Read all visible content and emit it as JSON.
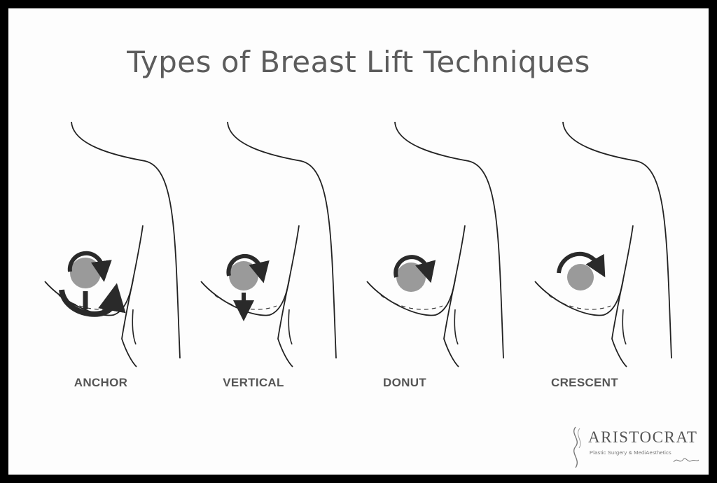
{
  "title": "Types of Breast Lift Techniques",
  "techniques": [
    {
      "label": "ANCHOR"
    },
    {
      "label": "VERTICAL"
    },
    {
      "label": "DONUT"
    },
    {
      "label": "CRESCENT"
    }
  ],
  "logo": {
    "name": "ARISTOCRAT",
    "subtitle": "Plastic Surgery & MediAesthetics"
  },
  "colors": {
    "areola": "#9a9a9a",
    "arrow": "#2a2a2a",
    "outline": "#222222",
    "title": "#5c5c5c",
    "label": "#555555"
  }
}
